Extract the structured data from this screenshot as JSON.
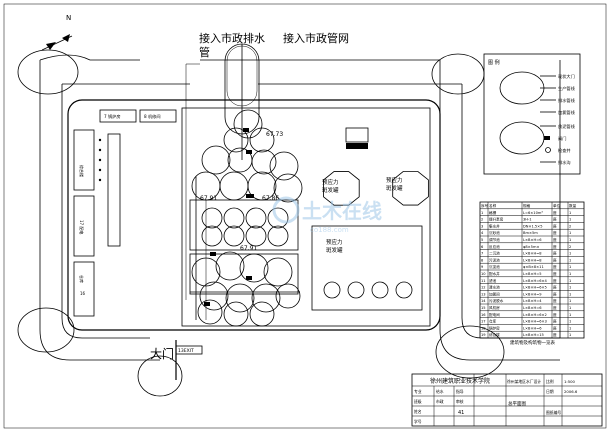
{
  "title": {
    "drain_label": "接入市政排水",
    "drain_label_wrap": "管",
    "pipe_label": "接入市政管网"
  },
  "site": {
    "gate": "大门",
    "gate_note": "13EXIT",
    "buildings": {
      "room_a": "7  锅炉房",
      "room_b": "8  机修间",
      "left_strip_a": "综合楼",
      "left_strip_b": "17  配电",
      "left_strip_c": "仓库",
      "left_strip_d": "16"
    },
    "elevations": [
      "67.73",
      "67.91",
      "67.86",
      "67.91"
    ],
    "tanks": {
      "tank_a": [
        "预应力",
        "斑发罐"
      ],
      "tank_b": [
        "预应力",
        "斑发罐"
      ],
      "tank_c": [
        "预应力",
        "斑发罐"
      ]
    }
  },
  "legend": {
    "title": "图  例",
    "items": [
      "现状大门",
      "生产管线",
      "排水管线",
      "加氯管线",
      "放泥管线",
      "阀门",
      "检查井",
      "排水沟"
    ]
  },
  "equipment_table": {
    "headers": [
      "序号",
      "名称",
      "规格",
      "单位",
      "数量"
    ],
    "rows": [
      [
        "1",
        "格栅",
        "L=6×10m³",
        "座",
        "1"
      ],
      [
        "2",
        "提升泵房",
        "3H-1",
        "座",
        "1"
      ],
      [
        "3",
        "集水井",
        "DN×1.5×5",
        "座",
        "2"
      ],
      [
        "4",
        "沉砂池",
        "Bm×5m",
        "座",
        "1"
      ],
      [
        "5",
        "调节池",
        "L×B×H=6",
        "座",
        "1"
      ],
      [
        "6",
        "反应池",
        "φ8×5m×",
        "座",
        "2"
      ],
      [
        "7",
        "二沉池",
        "L×B×H=8",
        "座",
        "1"
      ],
      [
        "8",
        "污泥池",
        "L×B×H=8",
        "座",
        "1"
      ],
      [
        "9",
        "沉淀池",
        "φ×B×8×11",
        "座",
        "1"
      ],
      [
        "10",
        "配水井",
        "L×B×H=5",
        "座",
        "1"
      ],
      [
        "11",
        "滤池",
        "L×B×H=6×4",
        "座",
        "1"
      ],
      [
        "12",
        "清水池",
        "L×B×H=6×5",
        "座",
        "1"
      ],
      [
        "13",
        "加氯间",
        "L×B×H=9",
        "座",
        "1"
      ],
      [
        "14",
        "污泥脱水",
        "L×B×H=4",
        "座",
        "1"
      ],
      [
        "15",
        "风机房",
        "L×B×H=6",
        "座",
        "1"
      ],
      [
        "16",
        "配电间",
        "L×B×H=6×2",
        "座",
        "1"
      ],
      [
        "17",
        "仓库",
        "L×B×H=6×3",
        "座",
        "1"
      ],
      [
        "18",
        "锅炉房",
        "L×B×H=6",
        "座",
        "1"
      ],
      [
        "19",
        "综合楼",
        "L×B×H=15",
        "座",
        "1"
      ]
    ],
    "caption": "建筑物及构筑物一览表"
  },
  "title_block": {
    "school": "徐州建筑职业技术学院",
    "project": "徐州某地区水厂设计",
    "drawing": "总平面图",
    "labels": [
      "专业",
      "班级",
      "姓名",
      "学号",
      "指导",
      "审核",
      "比例",
      "日期"
    ],
    "values": [
      "给水",
      "市政",
      "",
      "",
      "",
      "",
      "1:500",
      "2006.6"
    ],
    "sheet": "41",
    "note": "图纸编号"
  },
  "watermark": {
    "text": "土木在线",
    "sub": "co188.com"
  },
  "colors": {
    "line": "#000000",
    "watermark": "#9fc7e8",
    "background": "#ffffff"
  }
}
